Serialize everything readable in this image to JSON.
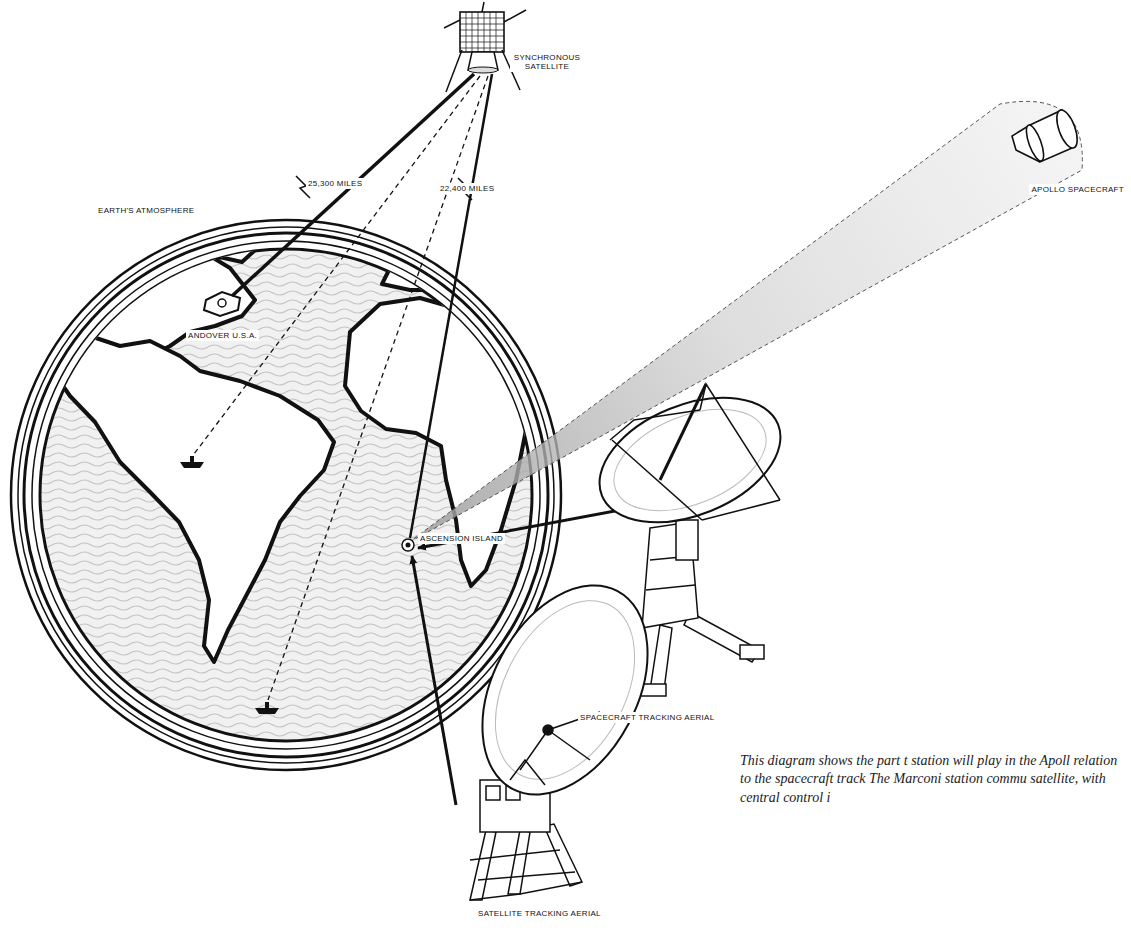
{
  "diagram": {
    "caption": "This diagram shows the part t station will play in the Apoll relation to the spacecraft track The Marconi station commu satellite, with central control i",
    "labels": [
      "SYNCHRONOUS SATELLITE",
      "25,300 MILES",
      "22,400 MILES",
      "EARTH'S ATMOSPHERE",
      "ANDOVER U.S.A.",
      "ASCENSION ISLAND",
      "APOLLO SPACECRAFT",
      "SPACECRAFT TRACKING AERIAL",
      "SATELLITE TRACKING AERIAL"
    ]
  }
}
